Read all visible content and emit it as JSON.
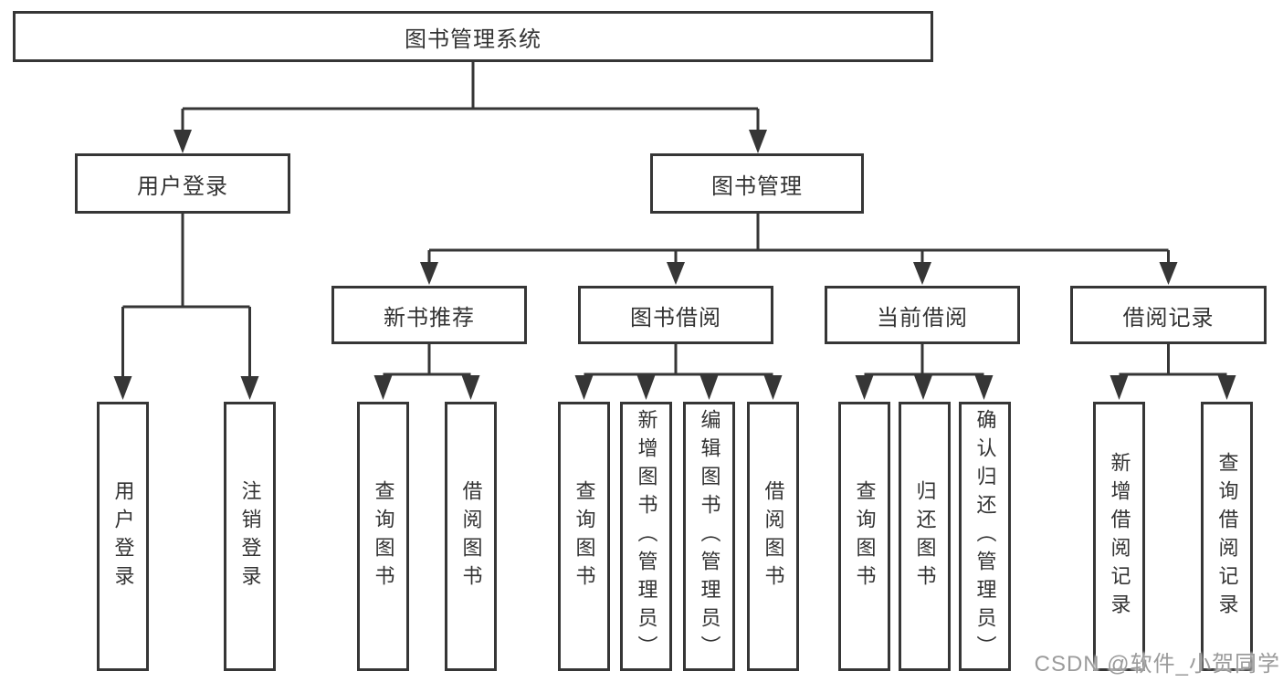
{
  "tree": {
    "root": "图书管理系统",
    "branches": [
      {
        "label": "用户登录",
        "children": [
          "用户登录",
          "注销登录"
        ]
      },
      {
        "label": "图书管理",
        "groups": [
          {
            "label": "新书推荐",
            "children": [
              "查询图书",
              "借阅图书"
            ]
          },
          {
            "label": "图书借阅",
            "children": [
              "查询图书",
              "新增图书（管理员）",
              "编辑图书（管理员）",
              "借阅图书"
            ]
          },
          {
            "label": "当前借阅",
            "children": [
              "查询图书",
              "归还图书",
              "确认归还（管理员）"
            ]
          },
          {
            "label": "借阅记录",
            "children": [
              "新增借阅记录",
              "查询借阅记录"
            ]
          }
        ]
      }
    ]
  },
  "watermark": "CSDN @软件_小贺同学",
  "colors": {
    "line": "#363636",
    "text": "#333333",
    "watermark": "#9b9b9b",
    "background": "#ffffff"
  }
}
